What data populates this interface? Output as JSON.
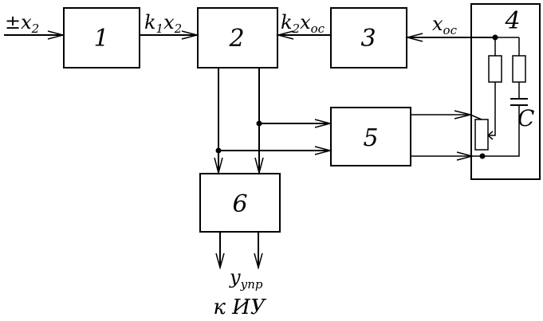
{
  "blocks": {
    "b1": "1",
    "b2": "2",
    "b3": "3",
    "b4": "4",
    "b5": "5",
    "b6": "6"
  },
  "signals": {
    "input_prefix": "±x",
    "input_sub": "2",
    "s12_k": "k",
    "s12_k_sub": "1",
    "s12_x": "x",
    "s12_x_sub": "2",
    "s32_k": "k",
    "s32_k_sub": "2",
    "s32_x": "x",
    "s32_x_sub": "ос",
    "fb_x": "x",
    "fb_x_sub": "ос",
    "capacitor": "C",
    "out_y": "y",
    "out_y_sub": "упр",
    "to_actuator": "к ИУ"
  }
}
